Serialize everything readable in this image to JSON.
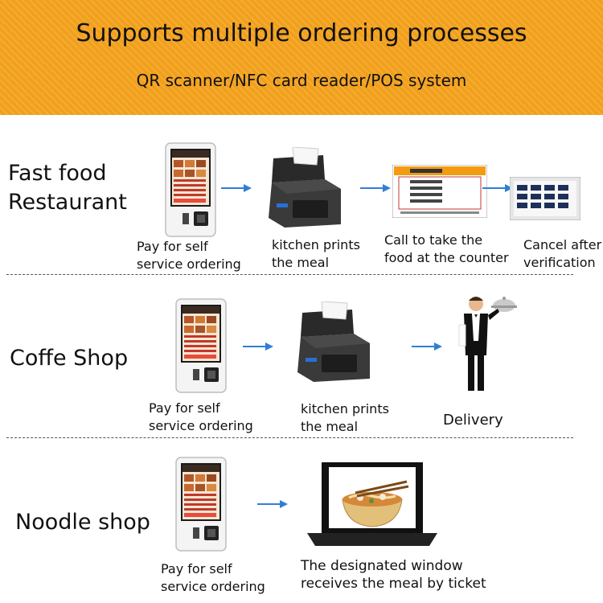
{
  "banner": {
    "title": "Supports multiple ordering processes",
    "subtitle": "QR scanner/NFC card reader/POS system"
  },
  "sections": [
    {
      "title": "Fast food\nRestaurant",
      "steps": [
        {
          "icon": "kiosk-icon",
          "caption": "Pay for self\nservice ordering"
        },
        {
          "icon": "receipt-printer-icon",
          "caption": "kitchen prints\nthe meal"
        },
        {
          "icon": "call-board-icon",
          "caption": "Call to take the\nfood at the counter"
        },
        {
          "icon": "verification-screen-icon",
          "caption": "Cancel after\nverification"
        }
      ]
    },
    {
      "title": "Coffe Shop",
      "steps": [
        {
          "icon": "kiosk-icon",
          "caption": "Pay for self\nservice ordering"
        },
        {
          "icon": "receipt-printer-icon",
          "caption": "kitchen prints\nthe meal"
        },
        {
          "icon": "waiter-icon",
          "caption": "Delivery"
        }
      ]
    },
    {
      "title": "Noodle shop",
      "steps": [
        {
          "icon": "kiosk-icon",
          "caption": "Pay for self\nservice ordering"
        },
        {
          "icon": "noodle-window-icon",
          "caption": "The designated window\nreceives the meal by ticket"
        }
      ]
    }
  ],
  "colors": {
    "banner": "#f7a51f",
    "arrow": "#2f7fd6"
  }
}
